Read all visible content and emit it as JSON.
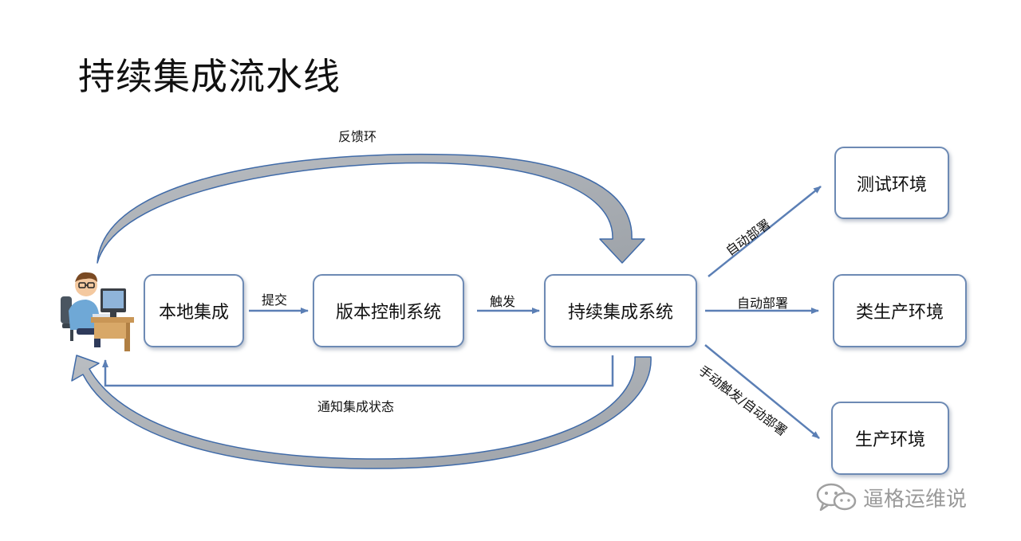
{
  "title": "持续集成流水线",
  "nodes": {
    "local_integration": "本地集成",
    "vcs": "版本控制系统",
    "ci_system": "持续集成系统",
    "test_env": "测试环境",
    "staging_env": "类生产环境",
    "prod_env": "生产环境"
  },
  "edges": {
    "commit": "提交",
    "trigger": "触发",
    "feedback_loop": "反馈环",
    "notify_status": "通知集成状态",
    "auto_deploy_test": "自动部署",
    "auto_deploy_staging": "自动部署",
    "manual_auto_deploy_prod": "手动触发/自动部署"
  },
  "watermark": {
    "text": "逼格运维说",
    "icon": "wechat-icon"
  },
  "colors": {
    "node_border": "#6d8ab4",
    "arrow": "#5b7fb5",
    "wide_arrow_fill": "#a8adb3"
  },
  "icons": {
    "developer": "developer-at-computer-icon"
  }
}
